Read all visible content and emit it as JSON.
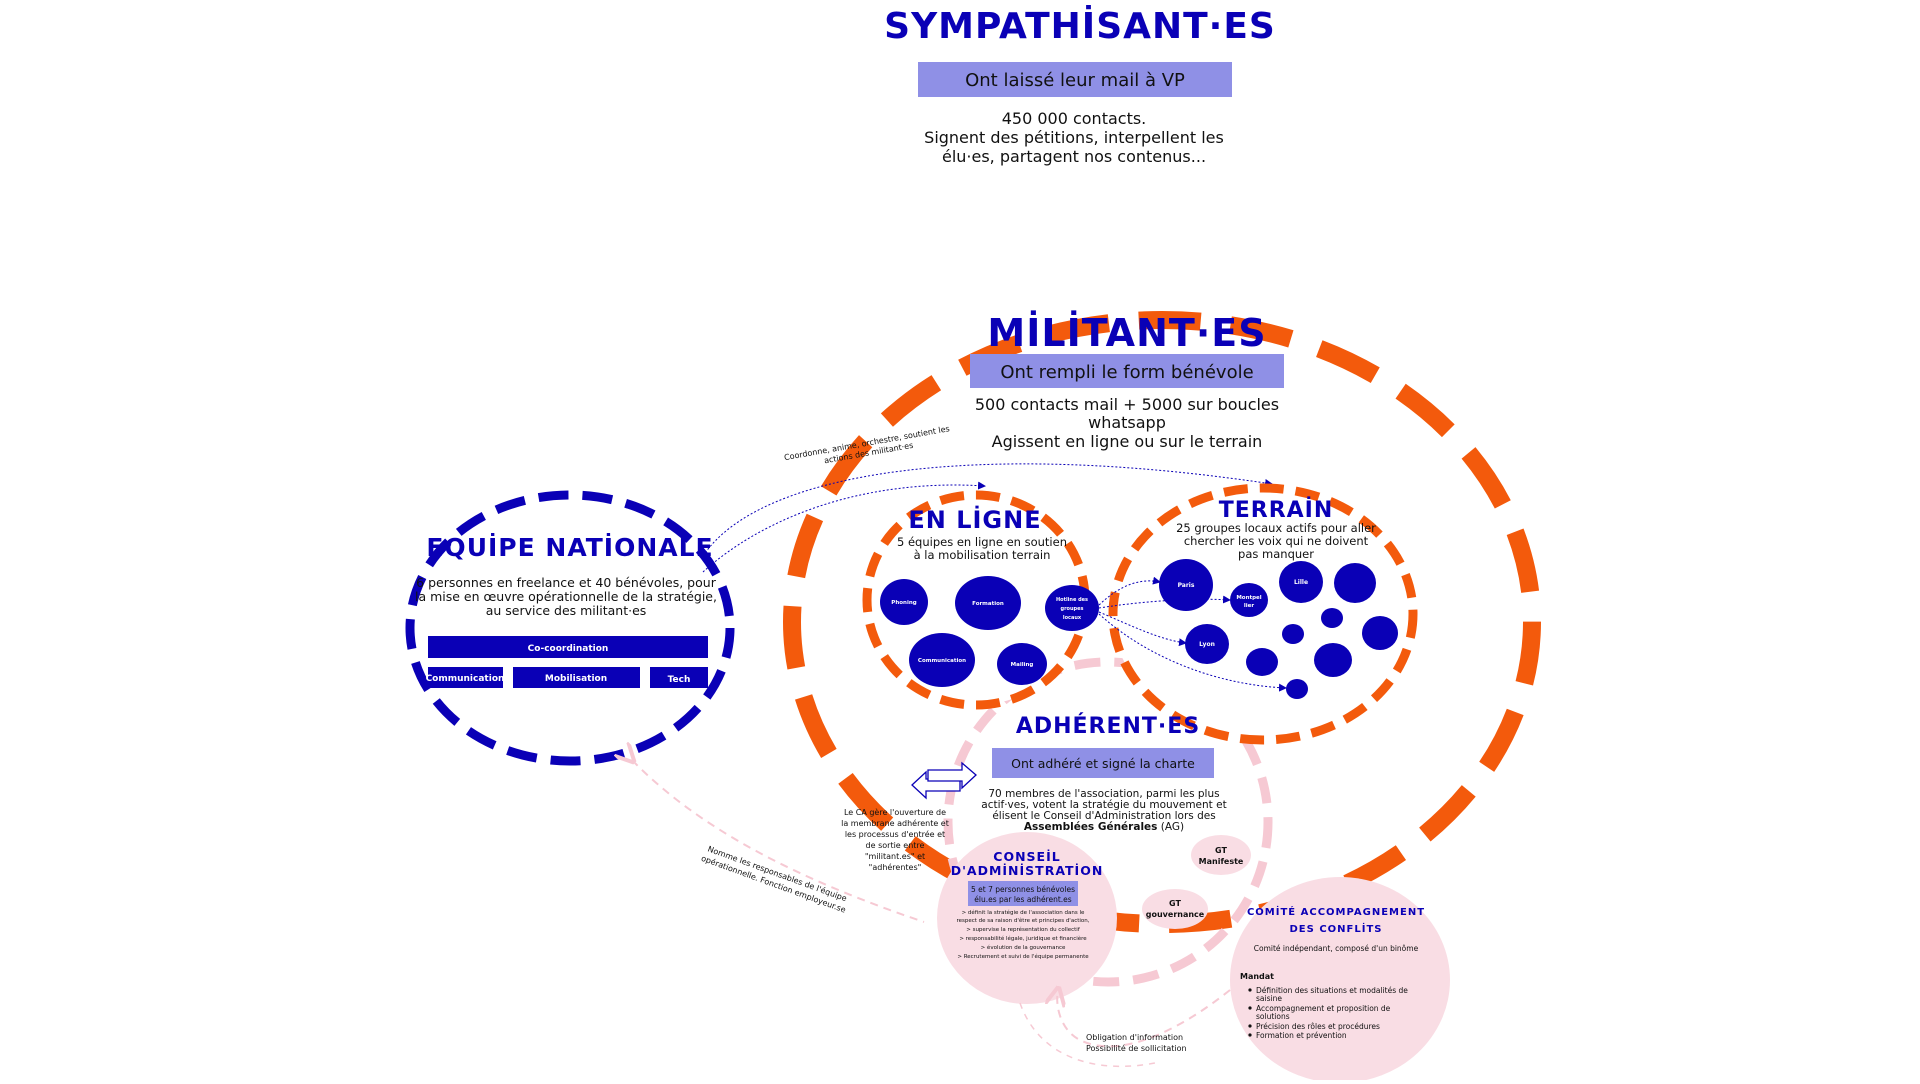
{
  "sympathisants": {
    "title": "SYMPATHİSANT·ES",
    "header": "Ont laissé leur mail à VP",
    "desc": [
      "450 000 contacts.",
      "Signent des pétitions, interpellent les",
      "élu·es, partagent nos contenus..."
    ]
  },
  "militants": {
    "title": "MİLİTANT·ES",
    "header": "Ont rempli le form bénévole",
    "desc": [
      "500 contacts mail + 5000 sur boucles",
      "whatsapp",
      "Agissent en ligne ou sur le terrain"
    ]
  },
  "equipe": {
    "title": "EQUİPE NATİONALE",
    "desc": [
      "6 personnes en freelance et 40 bénévoles, pour",
      "la mise en œuvre opérationnelle de la stratégie,",
      "au service des militant·es"
    ],
    "coordination": "Co-coordination",
    "teams": [
      "Communication",
      "Mobilisation",
      "Tech"
    ]
  },
  "coordonne_label": [
    "Coordonne, anime, orchestre, soutient les",
    "actions des militant·es"
  ],
  "enligne": {
    "title": "EN LİGNE",
    "desc": [
      "5 équipes en ligne en soutien",
      "à la mobilisation terrain"
    ],
    "bubbles": [
      "Phoning",
      "Formation",
      "Hotline des",
      "groupes",
      "locaux",
      "Communication",
      "Mailing"
    ]
  },
  "terrain": {
    "title": "TERRAİN",
    "desc": [
      "25 groupes locaux actifs pour aller",
      "chercher les voix qui ne doivent",
      "pas manquer"
    ],
    "cities": [
      "Paris",
      "Montpel",
      "lier",
      "Lille",
      "Lyon"
    ]
  },
  "adherents": {
    "title": "ADHÉRENT·ES",
    "header": "Ont adhéré et signé la charte",
    "desc": [
      "70 membres de l'association, parmi les plus",
      "actif·ves, votent la stratégie du mouvement et",
      "élisent le Conseil d'Administration lors des"
    ],
    "desc_bold": "Assemblées Générales",
    "desc_tail": " (AG)"
  },
  "ca_note": [
    "Le CA gère l'ouverture de",
    "la membrane adhérente et",
    "les processus d'entrée et",
    "de sortie entre",
    "\"militant.es\" et",
    "\"adhérentes\""
  ],
  "nomme_label": [
    "Nomme les responsables de l'équipe",
    "opérationnelle. Fonction employeur.se"
  ],
  "conseil": {
    "title": [
      "CONSEİL",
      "D'ADMİNİSTRATİON"
    ],
    "header": [
      "5 et 7 personnes bénévoles",
      "élu.es par les adhérent.es"
    ],
    "items": [
      "> définit la stratégie de l'association dans le",
      "respect de sa raison d'être et principes d'action,",
      "> supervise la représentation du collectif",
      "> responsabilité légale, juridique et financière",
      "> évolution de la gouvernance",
      "> Recrutement et suivi de l'équipe permanente"
    ]
  },
  "gt": {
    "manifeste": [
      "GT",
      "Manifeste"
    ],
    "gouvernance": [
      "GT",
      "gouvernance"
    ]
  },
  "comite": {
    "title": [
      "COMİTÉ ACCOMPAGNEMENT",
      "DES CONFLİTS"
    ],
    "subtitle": "Comité indépendant, composé d'un binôme",
    "mandat": "Mandat",
    "items": [
      "Définition des situations et modalités de",
      "saisine",
      "Accompagnement et proposition de",
      "solutions",
      "Précision des rôles et procédures",
      "Formation et prévention"
    ]
  },
  "obligation_label": [
    "Obligation d'information",
    "Possibilité de sollicitation"
  ],
  "colors": {
    "blue": "#0a00b6",
    "orange": "#f35a0c",
    "lavender": "#8f90e6",
    "pink": "#f9dde4",
    "pink_dash": "#f6c9d3"
  }
}
